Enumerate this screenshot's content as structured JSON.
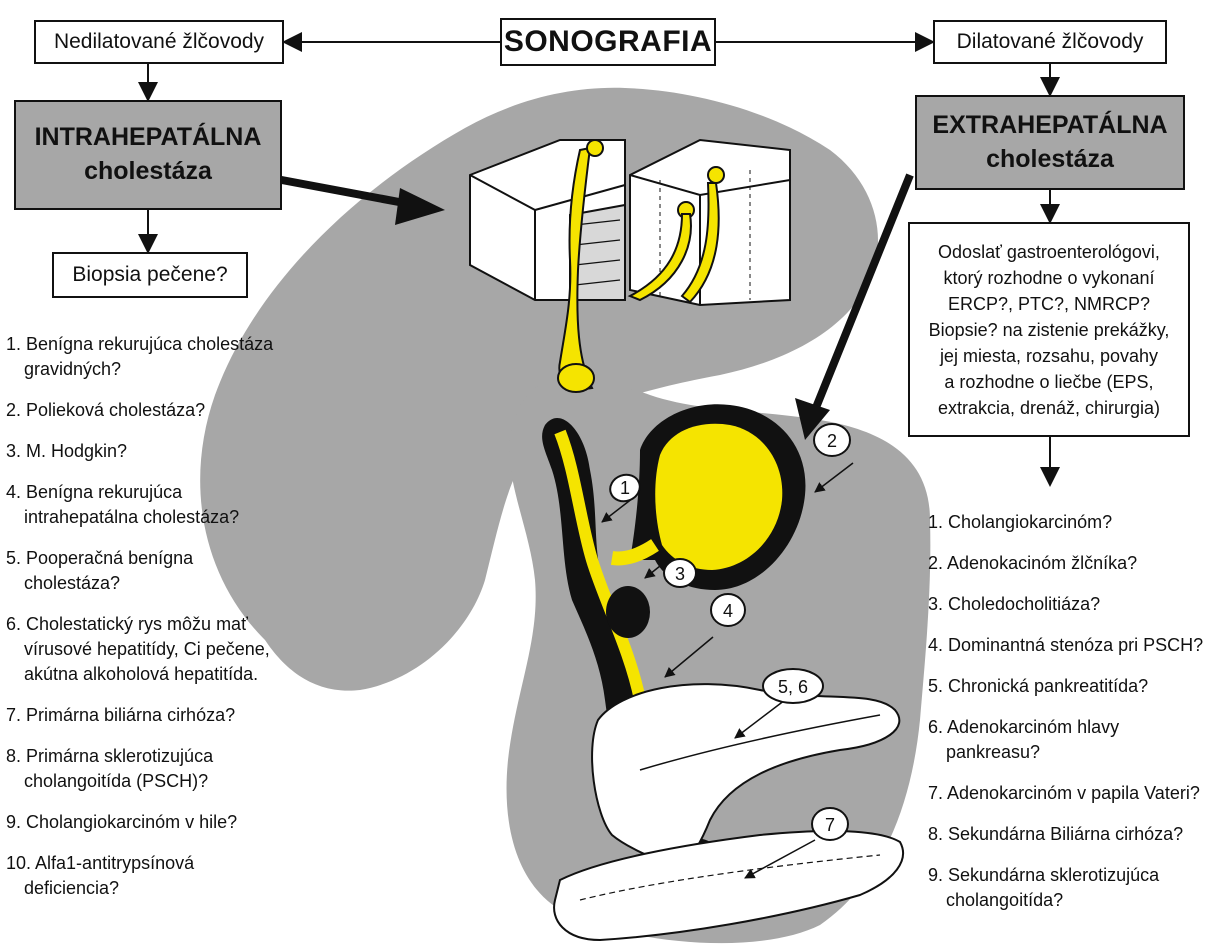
{
  "title": "SONOGRAFIA",
  "left_top": "Nedilatované žlčovody",
  "right_top": "Dilatované žlčovody",
  "left_head": [
    "INTRAHEPATÁLNA",
    "cholestáza"
  ],
  "right_head": [
    "EXTRAHEPATÁLNA",
    "cholestáza"
  ],
  "left_biopsy": "Biopsia pečene?",
  "right_note": [
    "Odoslať gastroenterológovi,",
    "ktorý rozhodne o vykonaní",
    "ERCP?, PTC?, NMRCP?",
    "Biopsie? na zistenie prekážky,",
    "jej miesta, rozsahu, povahy",
    "a rozhodne o liečbe (EPS,",
    "extrakcia, drenáž, chirurgia)"
  ],
  "left_list": [
    [
      "1. Benígna rekurujúca cholestáza",
      "gravidných?"
    ],
    [
      "2. Polieková cholestáza?"
    ],
    [
      "3. M. Hodgkin?"
    ],
    [
      "4. Benígna rekurujúca",
      "intrahepatálna cholestáza?"
    ],
    [
      "5. Pooperačná benígna",
      "cholestáza?"
    ],
    [
      "6. Cholestatický rys môžu mať",
      "vírusové hepatitídy, Ci pečene,",
      "akútna alkoholová hepatitída."
    ],
    [
      "7. Primárna biliárna cirhóza?"
    ],
    [
      "8. Primárna sklerotizujúca",
      "cholangoitída (PSCH)?"
    ],
    [
      "9. Cholangiokarcinóm v hile?"
    ],
    [
      "10. Alfa1-antitrypsínová",
      "deficiencia?"
    ]
  ],
  "right_list": [
    [
      "1. Cholangiokarcinóm?"
    ],
    [
      "2. Adenokacinóm žlčníka?"
    ],
    [
      "3. Choledocholitiáza?"
    ],
    [
      "4. Dominantná stenóza pri PSCH?"
    ],
    [
      "5. Chronická pankreatitída?"
    ],
    [
      "6. Adenokarcinóm hlavy",
      "pankreasu?"
    ],
    [
      "7. Adenokarcinóm v papila Vateri?"
    ],
    [
      "8. Sekundárna Biliárna cirhóza?"
    ],
    [
      "9. Sekundárna sklerotizujúca",
      "cholangoitída?"
    ]
  ],
  "markers": [
    "1",
    "2",
    "3",
    "4",
    "5, 6",
    "7"
  ],
  "colors": {
    "gray": "#a7a7a7",
    "bile": "#f5e400",
    "ink": "#111111",
    "box_gray": "#a7a7a7"
  }
}
